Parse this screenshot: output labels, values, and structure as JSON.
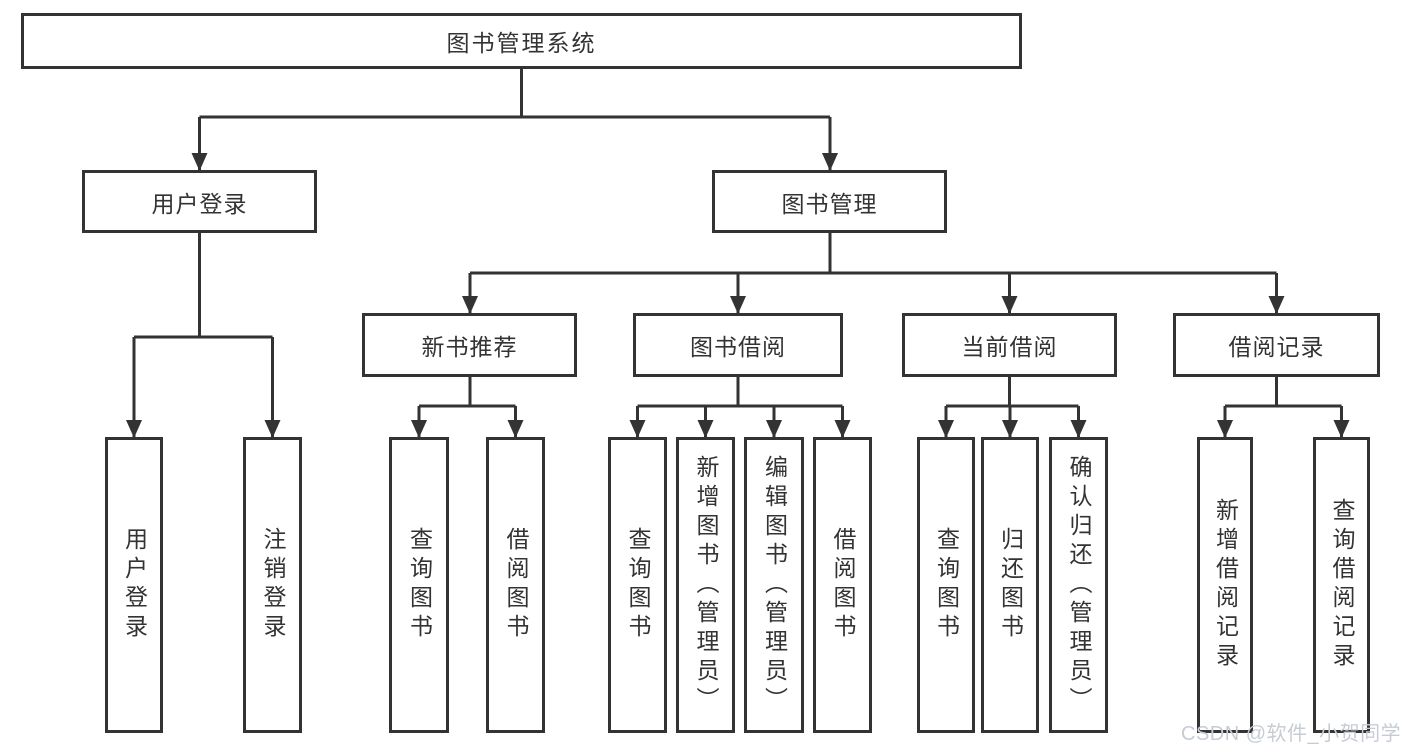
{
  "diagram": {
    "title": "图书管理系统",
    "nodes": {
      "root": "图书管理系统",
      "user_login": {
        "label": "用户登录",
        "children": [
          "用户登录",
          "注销登录"
        ]
      },
      "book_mgmt": {
        "label": "图书管理",
        "groups": [
          {
            "label": "新书推荐",
            "children": [
              "查询图书",
              "借阅图书"
            ]
          },
          {
            "label": "图书借阅",
            "children": [
              "查询图书",
              "新增图书（管理员）",
              "编辑图书（管理员）",
              "借阅图书"
            ]
          },
          {
            "label": "当前借阅",
            "children": [
              "查询图书",
              "归还图书",
              "确认归还（管理员）"
            ]
          },
          {
            "label": "借阅记录",
            "children": [
              "新增借阅记录",
              "查询借阅记录"
            ]
          }
        ]
      }
    },
    "colors": {
      "line": "#333333",
      "box_border": "#333333",
      "text": "#333333",
      "watermark": "#c7ccd4",
      "background": "#ffffff"
    }
  },
  "watermark": "CSDN @软件_小贺同学"
}
